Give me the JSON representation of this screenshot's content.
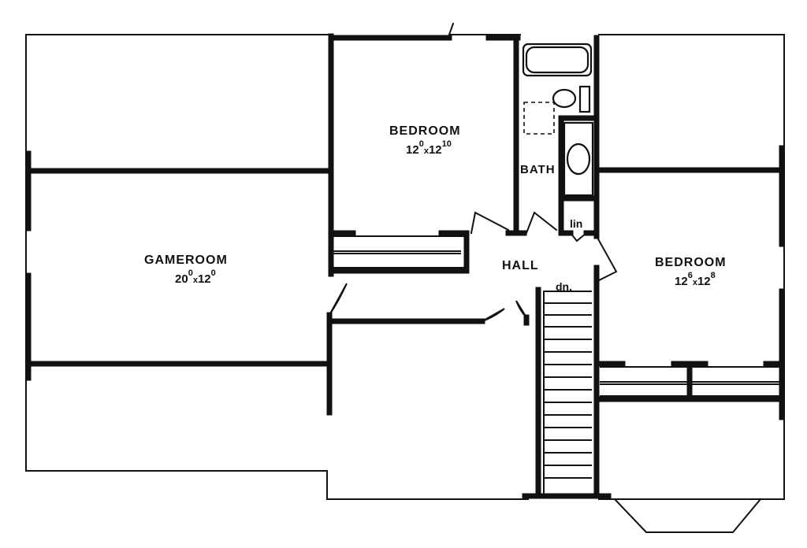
{
  "rooms": {
    "gameroom": {
      "name": "GAMEROOM",
      "w": "20",
      "w_sup": "0",
      "sep": "x",
      "d": "12",
      "d_sup": "0"
    },
    "bedroom_top": {
      "name": "BEDROOM",
      "w": "12",
      "w_sup": "0",
      "sep": "x",
      "d": "12",
      "d_sup": "10"
    },
    "bedroom_right": {
      "name": "BEDROOM",
      "w": "12",
      "w_sup": "6",
      "sep": "x",
      "d": "12",
      "d_sup": "8"
    },
    "bath": {
      "name": "BATH"
    },
    "hall": {
      "name": "HALL"
    },
    "linen": {
      "name": "lin"
    }
  },
  "stairs": {
    "label": "dn."
  }
}
